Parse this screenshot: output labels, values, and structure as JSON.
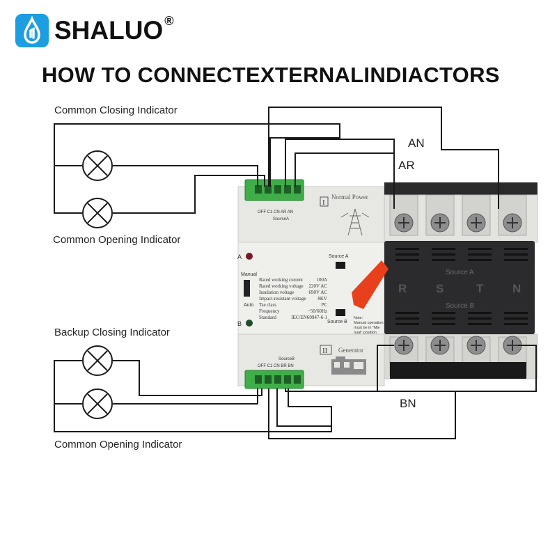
{
  "brand": {
    "name": "SHALUO",
    "registered": "®"
  },
  "headline": "HOW TO CONNECTEXTERNALINDIACTORS",
  "labels": {
    "common_closing": "Common Closing Indicator",
    "common_opening_top": "Common Opening Indicator",
    "backup_closing": "Backup Closing Indicator",
    "common_opening_bottom": "Common Opening Indicator",
    "an": "AN",
    "ar": "AR",
    "bn": "BN"
  },
  "device": {
    "terminal_labels_a": "OFF C1 CN AR AN",
    "source_a_small": "SourceA",
    "terminal_labels_b": "OFF C1 CN BR BN",
    "source_b_small": "SourceB",
    "normal_power": "Normal Power",
    "numeral_1": "I",
    "numeral_2": "II",
    "generator": "Generator",
    "led_a": "A",
    "led_b": "B",
    "manual": "Manual",
    "auto": "Auto",
    "source_a_window": "Source A",
    "source_b_window": "Source B",
    "specs": [
      {
        "name": "Rated working current",
        "value": "100A"
      },
      {
        "name": "Rated working voltage",
        "value": "220V AC"
      },
      {
        "name": "Insulation voltage",
        "value": "690V AC"
      },
      {
        "name": "Impact-resistant voltage",
        "value": "8KV"
      },
      {
        "name": "Tse class",
        "value": "PC"
      },
      {
        "name": "Frequency",
        "value": "~50/60Hz"
      },
      {
        "name": "Standard",
        "value": "IEC/EN60947-6-1"
      }
    ],
    "note_lines": [
      "Note:",
      "Manual operation",
      "must be in \"Ma-",
      "nual\" position"
    ],
    "phases": [
      "R",
      "S",
      "T",
      "N"
    ],
    "block_source_a": "Source A",
    "block_source_b": "Source B"
  },
  "colors": {
    "brand_blue": "#1d9ee0",
    "handle_red": "#e8401c",
    "terminal_green": "#3fae49",
    "block_dark": "#2b2b2d"
  },
  "icons": [
    "water-drop-icon",
    "lamp-icon",
    "pylon-icon",
    "generator-icon",
    "screw-terminal-icon"
  ]
}
